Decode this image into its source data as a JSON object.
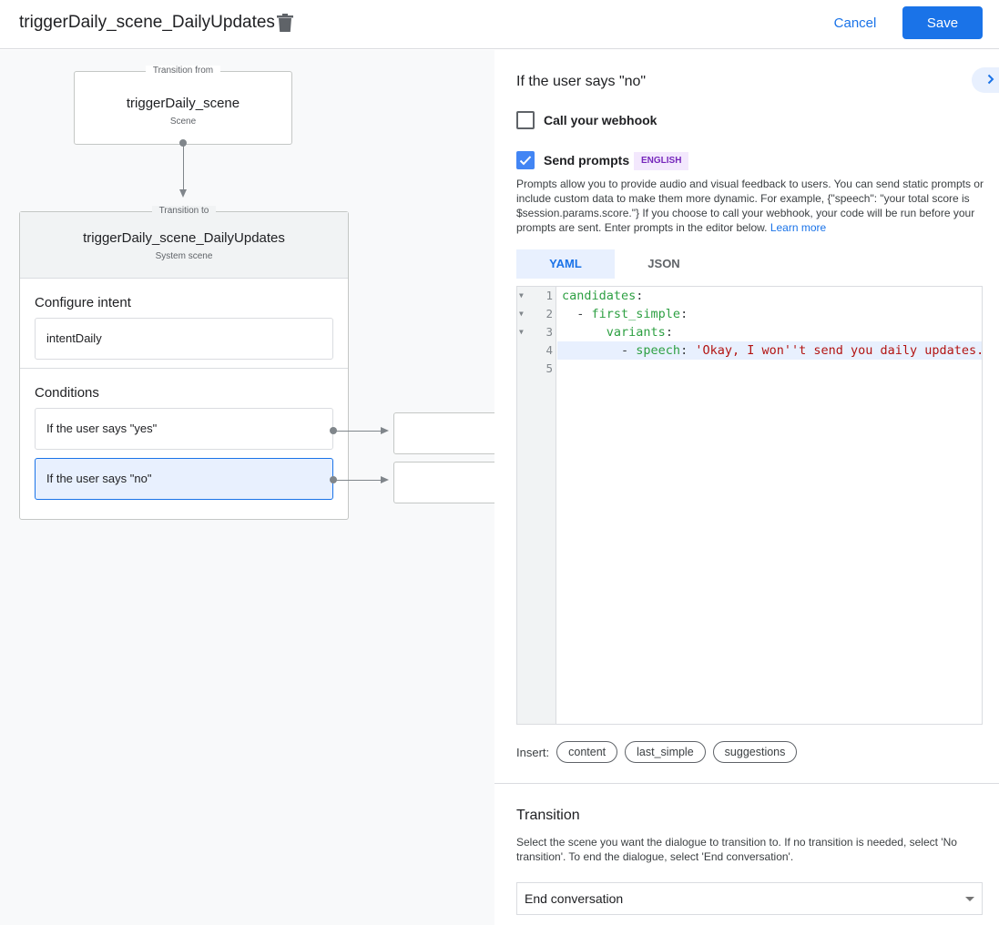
{
  "header": {
    "title": "triggerDaily_scene_DailyUpdates",
    "cancel_label": "Cancel",
    "save_label": "Save",
    "delete_icon": "trash-icon",
    "accent": "#1a73e8"
  },
  "canvas": {
    "from": {
      "legend": "Transition from",
      "name": "triggerDaily_scene",
      "type": "Scene"
    },
    "to": {
      "legend": "Transition to",
      "name": "triggerDaily_scene_DailyUpdates",
      "type": "System scene"
    },
    "intent": {
      "heading": "Configure intent",
      "value": "intentDaily"
    },
    "conditions": {
      "heading": "Conditions",
      "items": [
        {
          "label": "If the user says \"yes\"",
          "selected": false
        },
        {
          "label": "If the user says \"no\"",
          "selected": true
        }
      ]
    }
  },
  "panel": {
    "title": "If the user says \"no\"",
    "webhook": {
      "label": "Call your webhook",
      "checked": false
    },
    "prompts": {
      "label": "Send prompts",
      "checked": true,
      "badge": "ENGLISH",
      "description": "Prompts allow you to provide audio and visual feedback to users. You can send static prompts or include custom data to make them more dynamic. For example, {\"speech\": \"your total score is $session.params.score.\"} If you choose to call your webhook, your code will be run before your prompts are sent. Enter prompts in the editor below.",
      "learn_more": "Learn more"
    },
    "tabs": [
      {
        "label": "YAML",
        "active": true
      },
      {
        "label": "JSON",
        "active": false
      }
    ],
    "code_lines": [
      {
        "num": "1",
        "indent": "",
        "dash": "",
        "key": "candidates",
        "value": ""
      },
      {
        "num": "2",
        "indent": "  ",
        "dash": "- ",
        "key": "first_simple",
        "value": ""
      },
      {
        "num": "3",
        "indent": "      ",
        "dash": "",
        "key": "variants",
        "value": ""
      },
      {
        "num": "4",
        "indent": "        ",
        "dash": "- ",
        "key": "speech",
        "value": " 'Okay, I won''t send you daily updates.'"
      },
      {
        "num": "5",
        "indent": "",
        "dash": "",
        "key": "",
        "value": ""
      }
    ],
    "insert": {
      "label": "Insert:",
      "chips": [
        "content",
        "last_simple",
        "suggestions"
      ]
    },
    "transition": {
      "title": "Transition",
      "description": "Select the scene you want the dialogue to transition to. If no transition is needed, select 'No transition'. To end the dialogue, select 'End conversation'.",
      "selected": "End conversation"
    }
  }
}
